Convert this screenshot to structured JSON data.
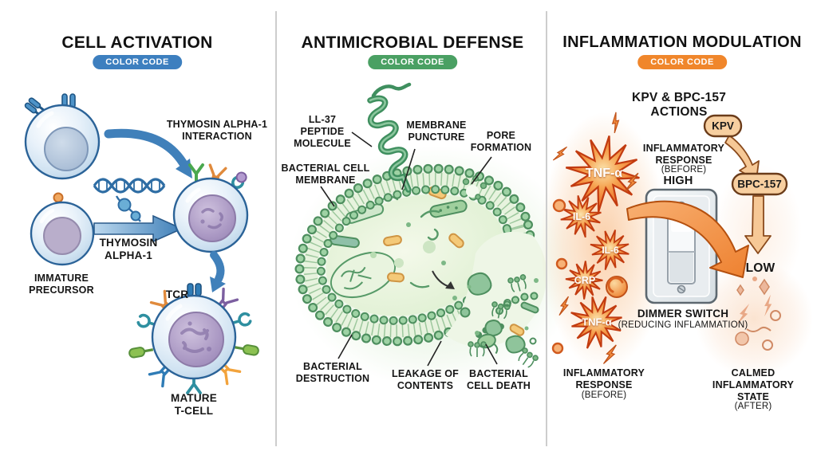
{
  "colors": {
    "panel1_accent": "#3d7fbf",
    "panel2_accent": "#4aa063",
    "panel3_accent": "#f0862b"
  },
  "panel1": {
    "title": "CELL ACTIVATION",
    "badge": "COLOR CODE",
    "labels": {
      "interaction": "THYMOSIN ALPHA-1\nINTERACTION",
      "thymosin": "THYMOSIN\nALPHA-1",
      "immature": "IMMATURE\nPRECURSOR",
      "tcr": "TCR",
      "mature": "MATURE\nT-CELL"
    }
  },
  "panel2": {
    "title": "ANTIMICROBIAL DEFENSE",
    "badge": "COLOR CODE",
    "labels": {
      "ll37": "LL-37\nPEPTIDE\nMOLECULE",
      "puncture": "MEMBRANE\nPUNCTURE",
      "pore": "PORE\nFORMATION",
      "membrane": "BACTERIAL CELL\nMEMBRANE",
      "destruction": "BACTERIAL\nDESTRUCTION",
      "leakage": "LEAKAGE OF\nCONTENTS",
      "death": "BACTERIAL\nCELL DEATH"
    }
  },
  "panel3": {
    "title": "INFLAMMATION MODULATION",
    "badge": "COLOR CODE",
    "subtitle": "KPV & BPC-157 ACTIONS",
    "markers": {
      "tnf1": "TNF-α",
      "il6a": "IL-6",
      "il6b": "IL-6",
      "crp": "CRP",
      "tnf2": "TNF-α"
    },
    "labels": {
      "response": "INFLAMMATORY\nRESPONSE",
      "response_sub": "(BEFORE)",
      "high": "HIGH",
      "kpv": "KPV",
      "bpc": "BPC-157",
      "low": "LOW",
      "dimmer": "DIMMER SWITCH",
      "dimmer_sub": "(REDUCING INFLAMMATION)",
      "before": "INFLAMMATORY\nRESPONSE",
      "before_sub": "(BEFORE)",
      "calmed": "CALMED\nINFLAMMATORY\nSTATE",
      "calmed_sub": "(AFTER)"
    }
  }
}
